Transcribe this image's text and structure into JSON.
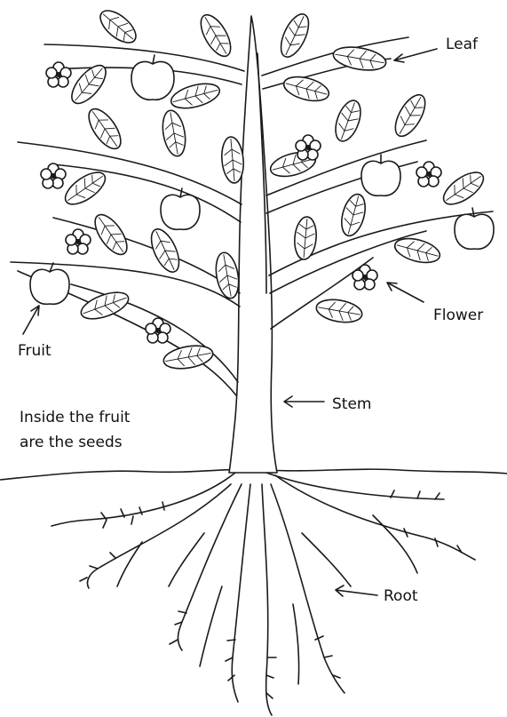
{
  "labels": {
    "leaf": "Leaf",
    "flower": "Flower",
    "fruit": "Fruit",
    "stem": "Stem",
    "root": "Root",
    "note_line1": "Inside the fruit",
    "note_line2": "are the seeds"
  },
  "colors": {
    "ink": "#1a1a1a",
    "background": "#ffffff"
  }
}
